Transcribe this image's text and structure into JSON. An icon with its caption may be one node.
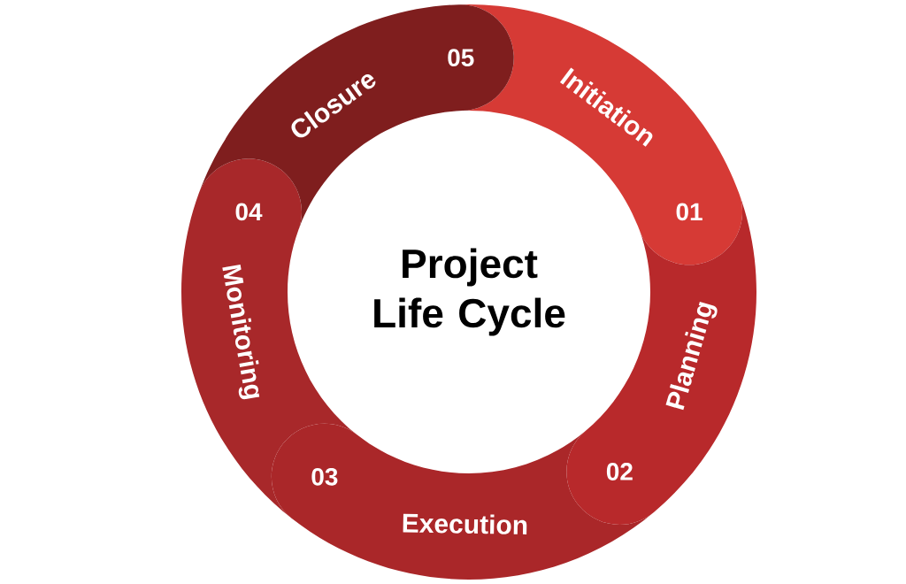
{
  "diagram": {
    "title": "Project Life Cycle",
    "nodes": [
      {
        "text": [
          "01",
          "Initiation"
        ]
      },
      {
        "text": [
          "02",
          "Planning"
        ]
      },
      {
        "text": [
          "03",
          "Execution"
        ]
      },
      {
        "text": [
          "04",
          "Monitoring"
        ]
      },
      {
        "text": [
          "05",
          "Closure"
        ]
      }
    ]
  }
}
